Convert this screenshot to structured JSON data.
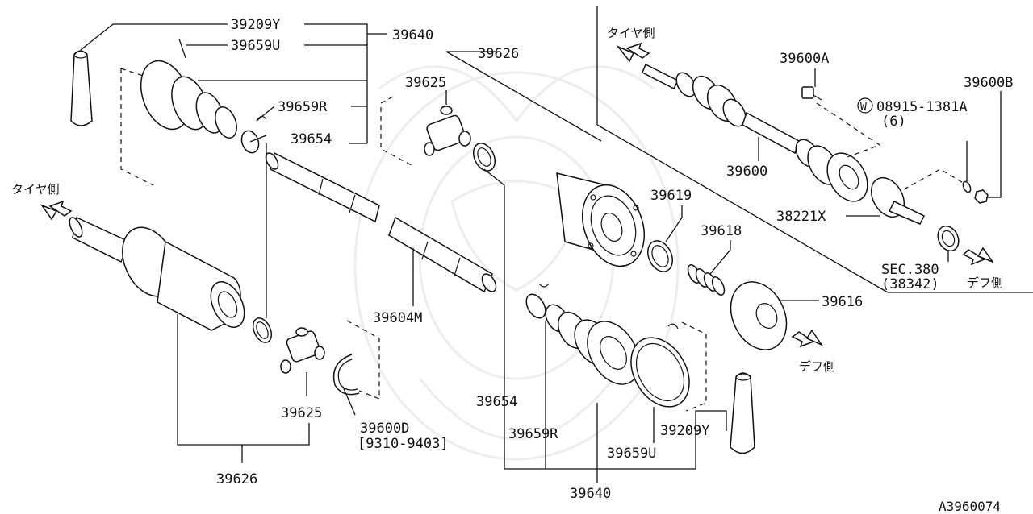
{
  "diagram": {
    "labels": {
      "p39209Y_top": "39209Y",
      "p39640_top": "39640",
      "p39659U_top": "39659U",
      "p39659R_top": "39659R",
      "p39654_top": "39654",
      "p39626_top": "39626",
      "p39625_top": "39625",
      "p39604M": "39604M",
      "p39625_bottom": "39625",
      "p39600D": "39600D",
      "p39600D_range": "[9310-9403]",
      "p39626_bottom": "39626",
      "p39654_bottom": "39654",
      "p39659R_bottom": "39659R",
      "p39659U_bottom": "39659U",
      "p39640_bottom": "39640",
      "p39209Y_bottom": "39209Y",
      "p39619": "39619",
      "p39618": "39618",
      "p39616": "39616",
      "p39600": "39600",
      "p39600A": "39600A",
      "p39600B": "39600B",
      "p08915": "08915-1381A",
      "p08915_qty": "(6)",
      "washer_symbol": "W",
      "p38221X": "38221X",
      "sec380": "SEC.380",
      "sec380_ref": "(38342)",
      "tire_side_left": "タイヤ側",
      "tire_side_inset": "タイヤ側",
      "diff_side_inset": "デフ側",
      "diff_side_main": "デフ側",
      "figure_code": "A3960074"
    }
  }
}
